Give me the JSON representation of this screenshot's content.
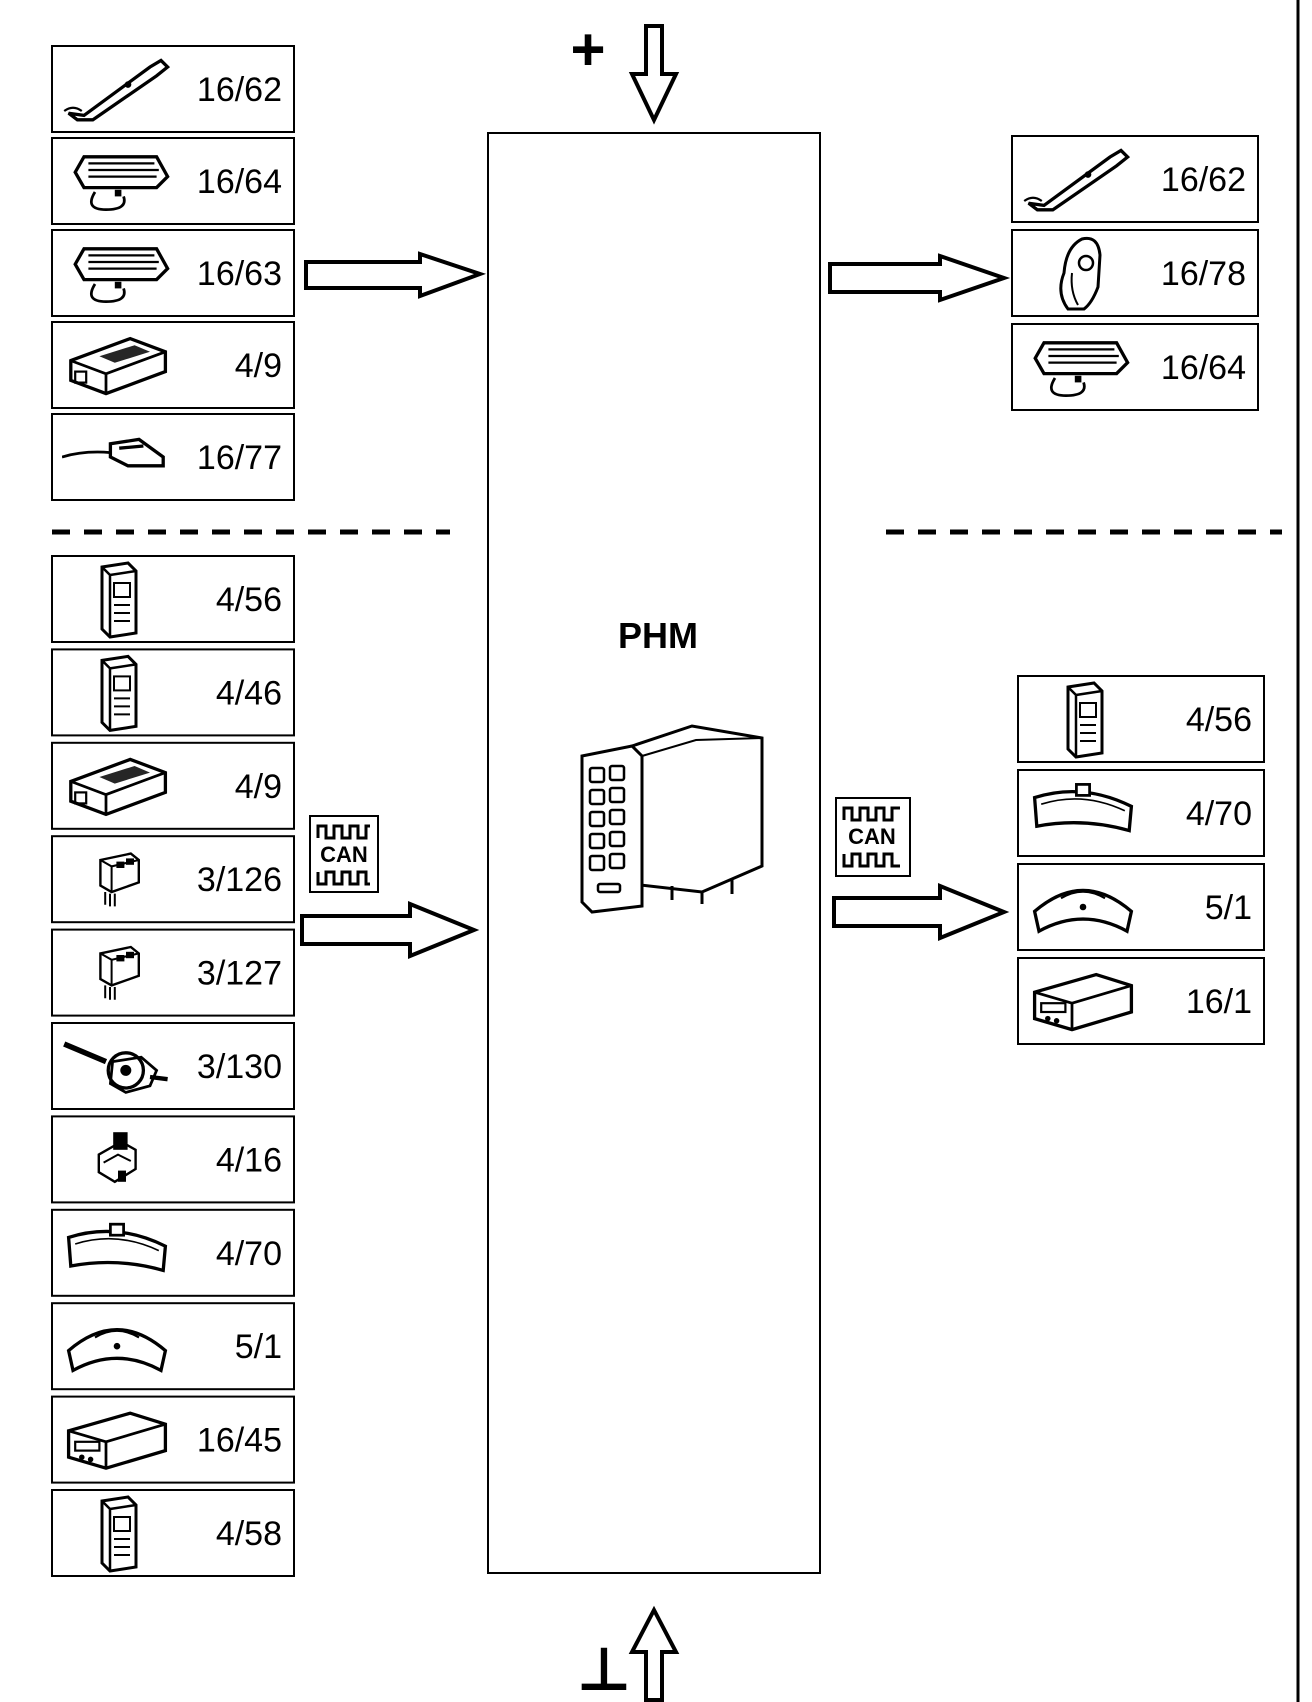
{
  "module": {
    "label": "PHM"
  },
  "supply": {
    "plus": "+",
    "ground": "⊥"
  },
  "can_badge": "CAN",
  "colors": {
    "line": "#000000",
    "background": "#ffffff"
  },
  "inputs_top": [
    {
      "code": "16/62",
      "icon": "wiper-stalk-icon"
    },
    {
      "code": "16/64",
      "icon": "light-unit-icon"
    },
    {
      "code": "16/63",
      "icon": "light-unit-icon"
    },
    {
      "code": "4/9",
      "icon": "control-module-icon"
    },
    {
      "code": "16/77",
      "icon": "sensor-cable-icon"
    }
  ],
  "inputs_bottom": [
    {
      "code": "4/56",
      "icon": "control-unit-icon"
    },
    {
      "code": "4/46",
      "icon": "control-unit-icon"
    },
    {
      "code": "4/9",
      "icon": "control-module-icon"
    },
    {
      "code": "3/126",
      "icon": "switch-icon"
    },
    {
      "code": "3/127",
      "icon": "switch-icon"
    },
    {
      "code": "3/130",
      "icon": "steering-switch-icon"
    },
    {
      "code": "4/16",
      "icon": "switch-assembly-icon"
    },
    {
      "code": "4/70",
      "icon": "mirror-icon"
    },
    {
      "code": "5/1",
      "icon": "instrument-cluster-icon"
    },
    {
      "code": "16/45",
      "icon": "audio-unit-icon"
    },
    {
      "code": "4/58",
      "icon": "control-unit-icon"
    }
  ],
  "outputs_top": [
    {
      "code": "16/62",
      "icon": "wiper-stalk-icon"
    },
    {
      "code": "16/78",
      "icon": "headrest-icon"
    },
    {
      "code": "16/64",
      "icon": "light-unit-icon"
    }
  ],
  "outputs_bottom": [
    {
      "code": "4/56",
      "icon": "control-unit-icon"
    },
    {
      "code": "4/70",
      "icon": "mirror-icon"
    },
    {
      "code": "5/1",
      "icon": "instrument-cluster-icon"
    },
    {
      "code": "16/1",
      "icon": "audio-unit-icon"
    }
  ]
}
